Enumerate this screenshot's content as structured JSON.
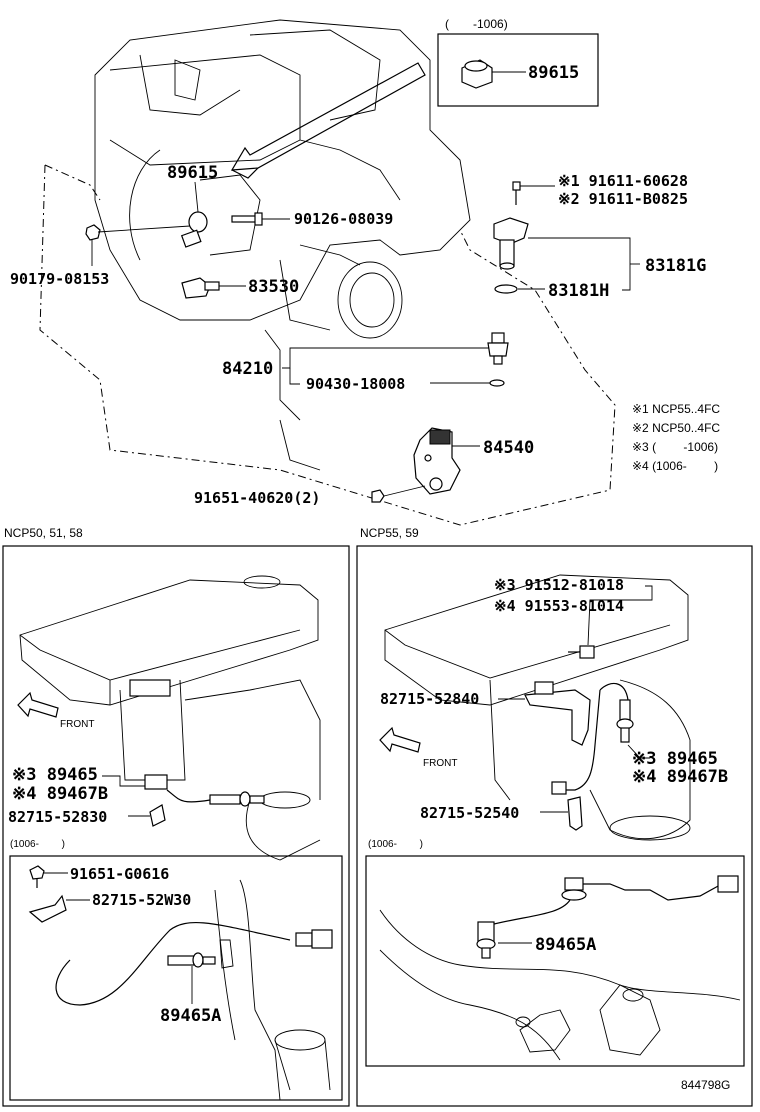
{
  "top": {
    "inset_note": "(　　-1006)",
    "inset_part": "89615",
    "p89615": "89615",
    "p90126": "90126-08039",
    "p90179": "90179-08153",
    "p83530": "83530",
    "p91611a": "※1 91611-60628",
    "p91611b": "※2 91611-B0825",
    "p83181g": "83181G",
    "p83181h": "83181H",
    "p84210": "84210",
    "p90430": "90430-18008",
    "p84540": "84540",
    "p91651": "91651-40620(2)"
  },
  "notes": [
    "※1  NCP55..4FC",
    "※2  NCP50..4FC",
    "※3 (　　 -1006)",
    "※4 (1006-　　 )"
  ],
  "left_panel": {
    "title": "NCP50, 51, 58",
    "front": "FRONT",
    "p89465": "※3 89465",
    "p89467b": "※4 89467B",
    "p82715": "82715-52830",
    "sub_note": "(1006-　　 )",
    "p91651": "91651-G0616",
    "p82715w": "82715-52W30",
    "p89465a": "89465A"
  },
  "right_panel": {
    "title": "NCP55, 59",
    "p91512": "※3 91512-81018",
    "p91553": "※4 91553-81014",
    "p82715": "82715-52840",
    "front": "FRONT",
    "p89465": "※3 89465",
    "p89467b": "※4 89467B",
    "p82715b": "82715-52540",
    "sub_note": "(1006-　　 )",
    "p89465a": "89465A"
  },
  "diagram_id": "844798G"
}
